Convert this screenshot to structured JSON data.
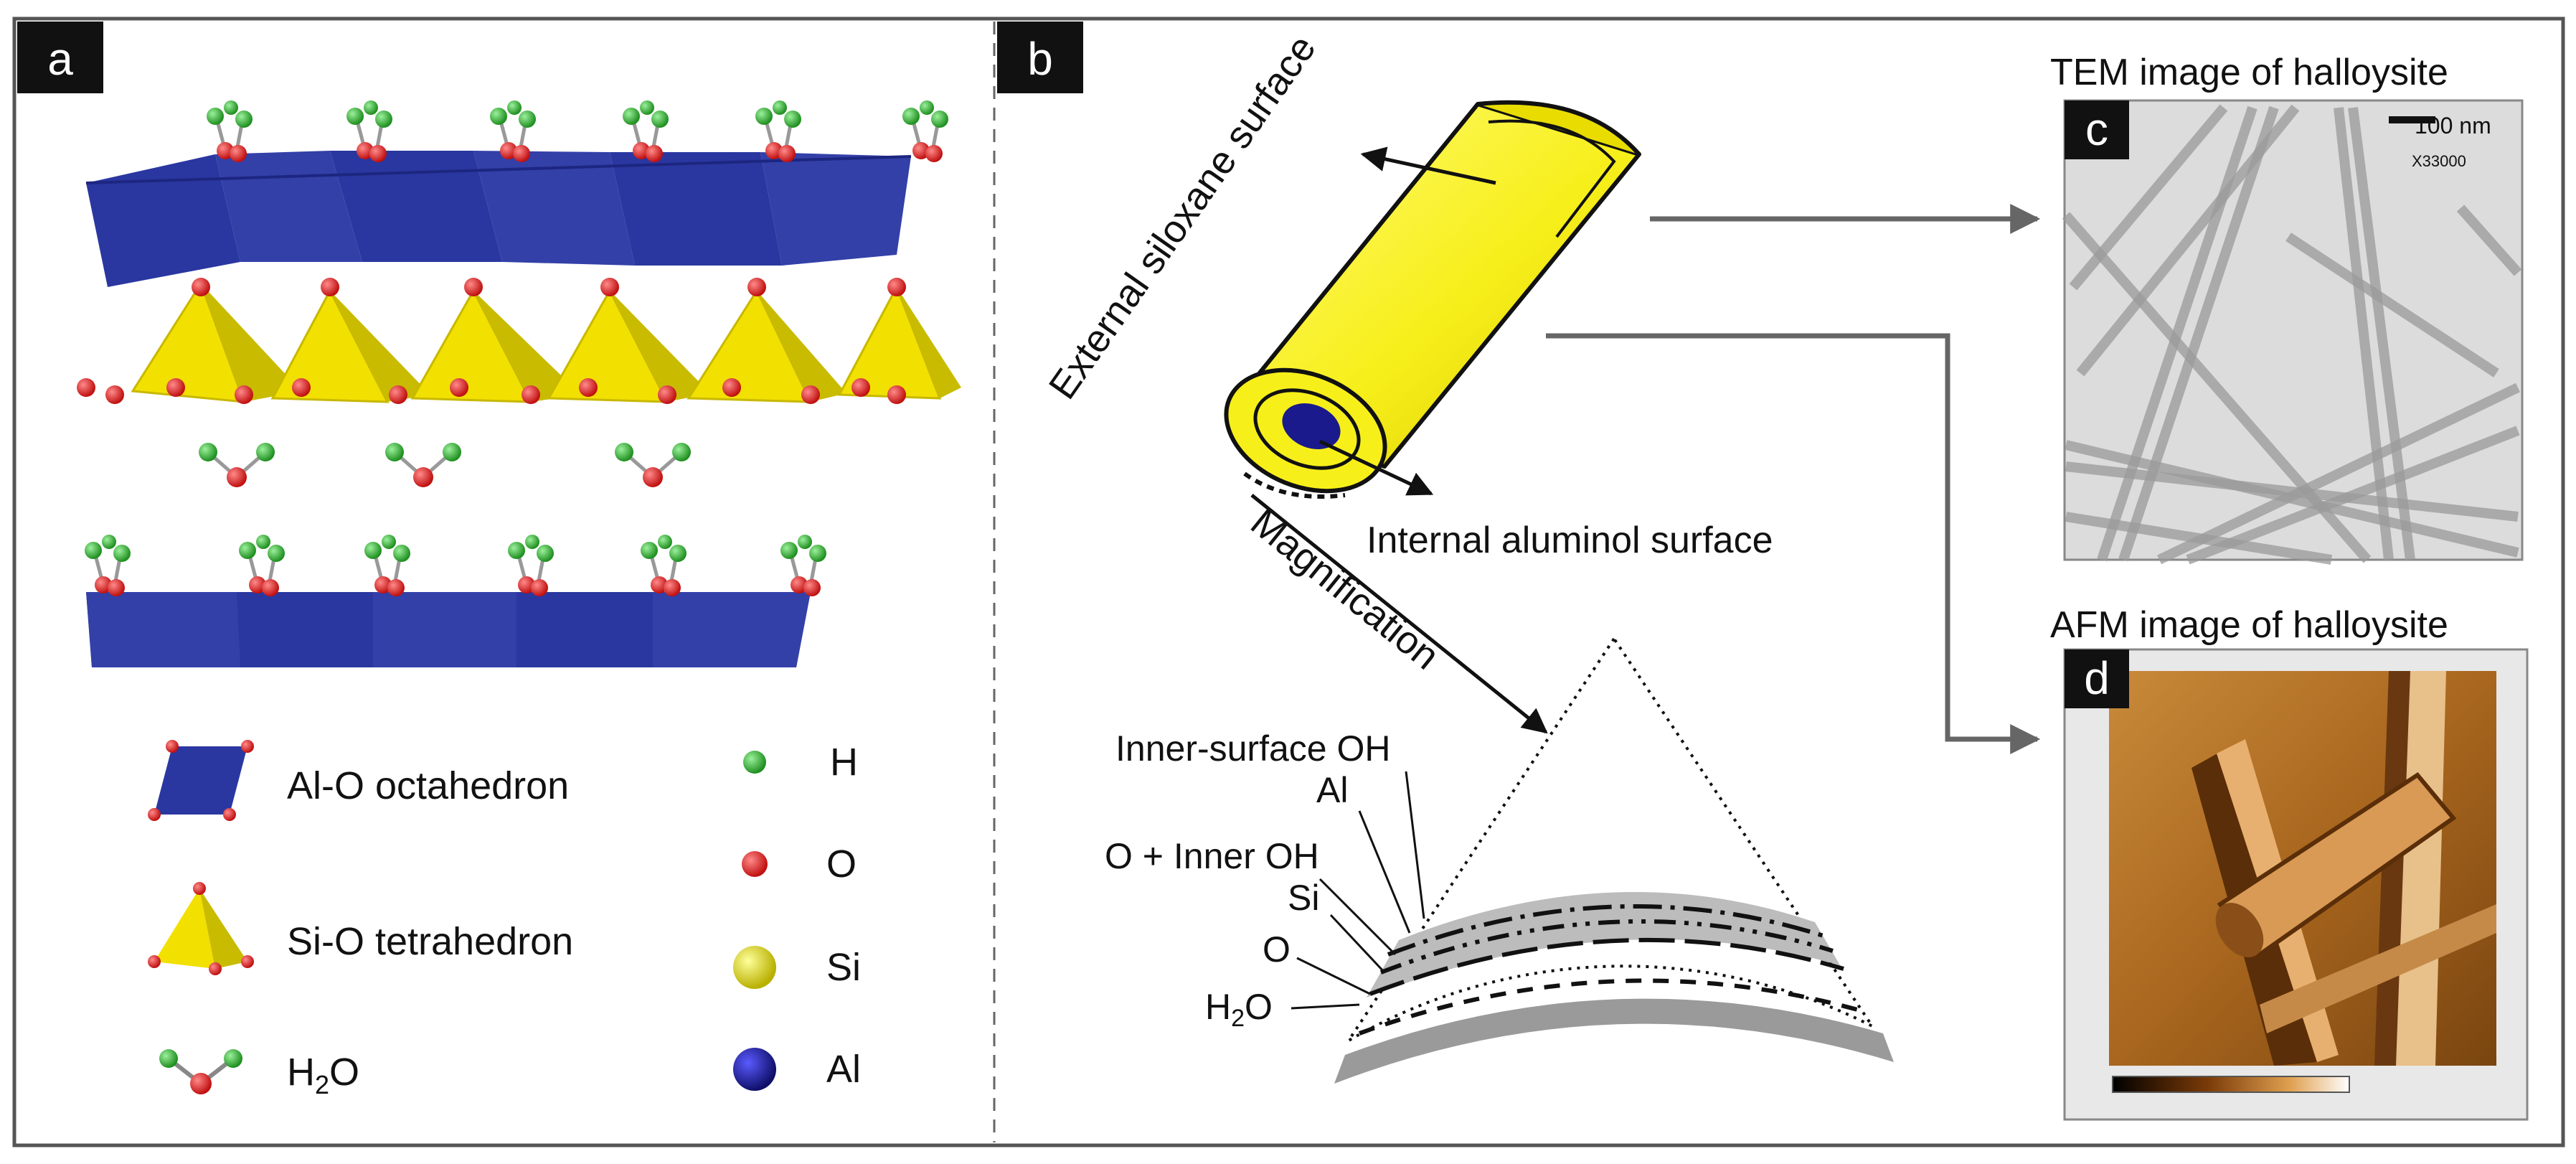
{
  "panels": {
    "a": {
      "tag": "a"
    },
    "b": {
      "tag": "b"
    },
    "c": {
      "tag": "c",
      "title": "TEM image of halloysite",
      "scale_bar": "100 nm",
      "magnification": "X33000"
    },
    "d": {
      "tag": "d",
      "title": "AFM image of halloysite"
    }
  },
  "legend": {
    "al_o": "Al-O octahedron",
    "si_o": "Si-O tetrahedron",
    "h2o_main": "H",
    "h2o_sub": "2",
    "h2o_end": "O",
    "h": "H",
    "o": "O",
    "si": "Si",
    "al": "Al"
  },
  "tube": {
    "external": "External siloxane surface",
    "internal": "Internal aluminol surface",
    "magnification": "Magnification"
  },
  "wedge_layers": {
    "inner_oh": "Inner-surface OH",
    "al": "Al",
    "o_inner_oh": "O + Inner OH",
    "si": "Si",
    "o": "O",
    "h2o_main": "H",
    "h2o_sub": "2",
    "h2o_end": "O"
  },
  "colors": {
    "octahedron": "#2a37a0",
    "tetrahedron": "#f2e000",
    "oxygen": "#e02020",
    "hydrogen": "#2ea82e",
    "silicon": "#e8e000",
    "aluminum": "#1a1a8c",
    "tube": "#f7ef1a",
    "arrow": "#666666"
  }
}
